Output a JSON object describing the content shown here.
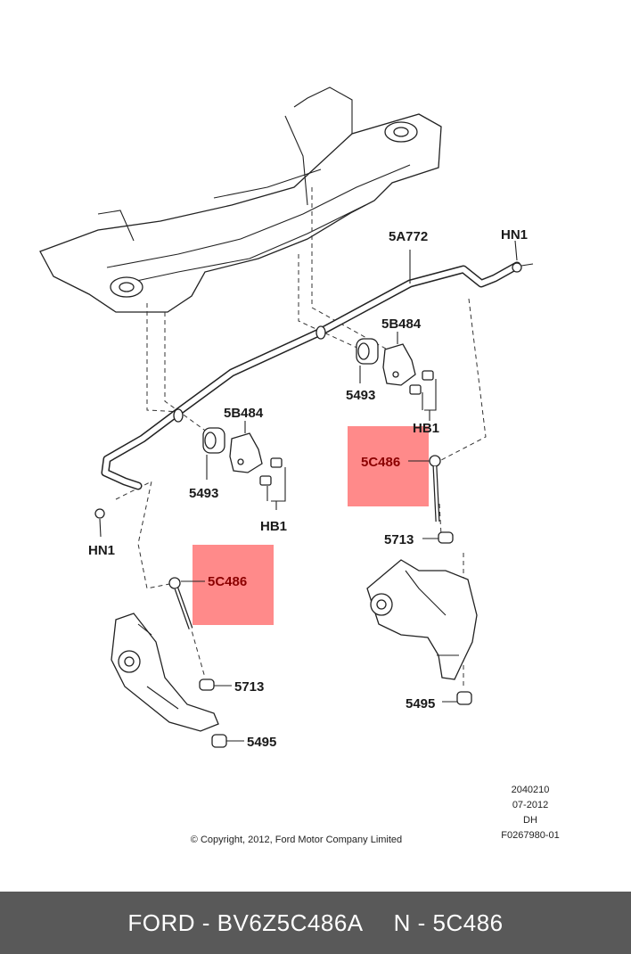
{
  "callouts": {
    "sway_bar": "5A772",
    "nut_right": "HN1",
    "nut_left": "HN1",
    "bracket_right": "5B484",
    "bracket_left": "5B484",
    "bushing_right": "5493",
    "bushing_left": "5493",
    "bolt_right": "HB1",
    "bolt_left": "HB1",
    "link_right": "5C486",
    "link_left": "5C486",
    "insulator_right_upper": "5713",
    "insulator_left_upper": "5713",
    "insulator_right_lower": "5495",
    "insulator_left_lower": "5495"
  },
  "highlight_color": "#ff8a8a",
  "highlight_text_color": "#8b0000",
  "meta": {
    "line1": "2040210",
    "line2": "07-2012",
    "line3": "DH",
    "line4": "F0267980-01"
  },
  "copyright": "© Copyright, 2012, Ford Motor Company Limited",
  "footer": {
    "left": "FORD - BV6Z5C486A",
    "right": "N - 5C486",
    "background": "#595959"
  }
}
